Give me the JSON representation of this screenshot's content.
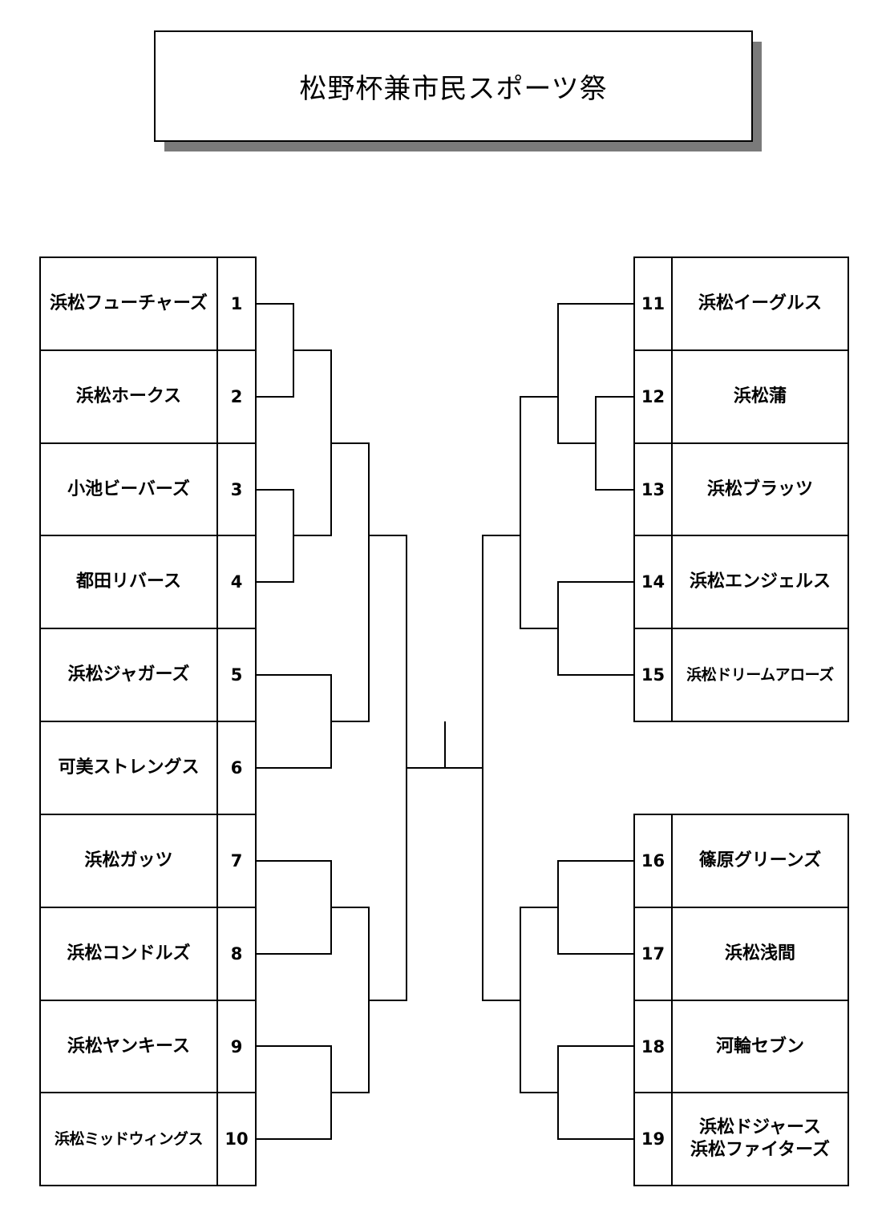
{
  "title": "松野杯兼市民スポーツ祭",
  "teams_left": [
    {
      "num": "1",
      "name": "浜松フューチャーズ"
    },
    {
      "num": "2",
      "name": "浜松ホークス"
    },
    {
      "num": "3",
      "name": "小池ビーバーズ"
    },
    {
      "num": "4",
      "name": "都田リバース"
    },
    {
      "num": "5",
      "name": "浜松ジャガーズ"
    },
    {
      "num": "6",
      "name": "可美ストレングス"
    },
    {
      "num": "7",
      "name": "浜松ガッツ"
    },
    {
      "num": "8",
      "name": "浜松コンドルズ"
    },
    {
      "num": "9",
      "name": "浜松ヤンキース"
    },
    {
      "num": "10",
      "name": "浜松ミッドウィングス"
    }
  ],
  "teams_right_top": [
    {
      "num": "11",
      "name": "浜松イーグルス"
    },
    {
      "num": "12",
      "name": "浜松蒲"
    },
    {
      "num": "13",
      "name": "浜松ブラッツ"
    },
    {
      "num": "14",
      "name": "浜松エンジェルス"
    },
    {
      "num": "15",
      "name": "浜松ドリームアローズ"
    }
  ],
  "teams_right_bottom": [
    {
      "num": "16",
      "name": "篠原グリーンズ"
    },
    {
      "num": "17",
      "name": "浜松浅間"
    },
    {
      "num": "18",
      "name": "河輪セブン"
    },
    {
      "num": "19",
      "name": "浜松ドジャース\n浜松ファイターズ"
    }
  ]
}
